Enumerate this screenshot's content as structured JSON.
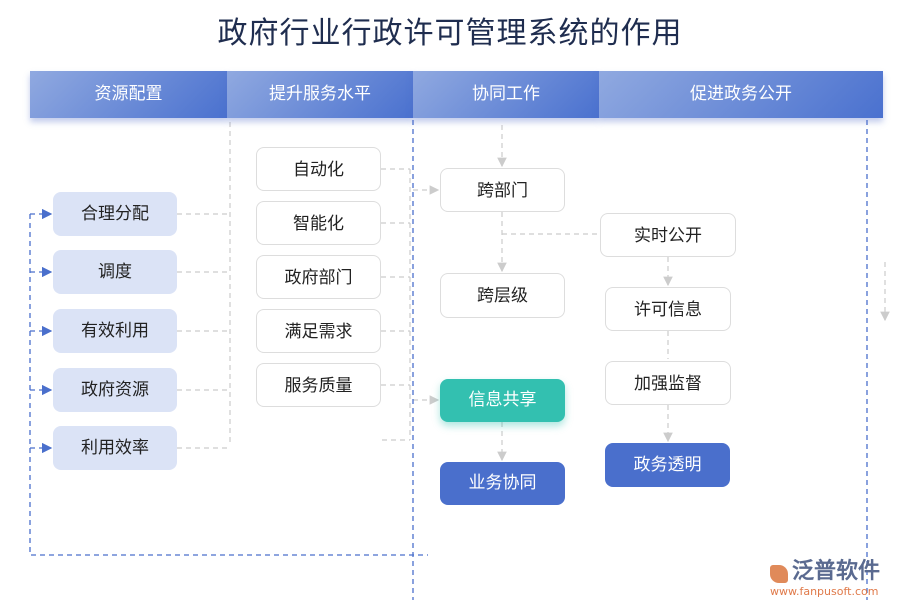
{
  "title": "政府行业行政许可管理系统的作用",
  "headers": [
    "资源配置",
    "提升服务水平",
    "协同工作",
    "促进政务公开"
  ],
  "col1": [
    "合理分配",
    "调度",
    "有效利用",
    "政府资源",
    "利用效率"
  ],
  "col2": [
    "自动化",
    "智能化",
    "政府部门",
    "满足需求",
    "服务质量"
  ],
  "col3": [
    "跨部门",
    "跨层级",
    "信息共享",
    "业务协同"
  ],
  "col4": [
    "实时公开",
    "许可信息",
    "加强监督",
    "政务透明"
  ],
  "logo": {
    "name": "泛普软件",
    "url": "www.fanpusoft.com"
  },
  "colors": {
    "header": "#4a71cf",
    "light": "#dbe3f6",
    "teal": "#33c0b0",
    "blue": "#4a6fcc"
  }
}
